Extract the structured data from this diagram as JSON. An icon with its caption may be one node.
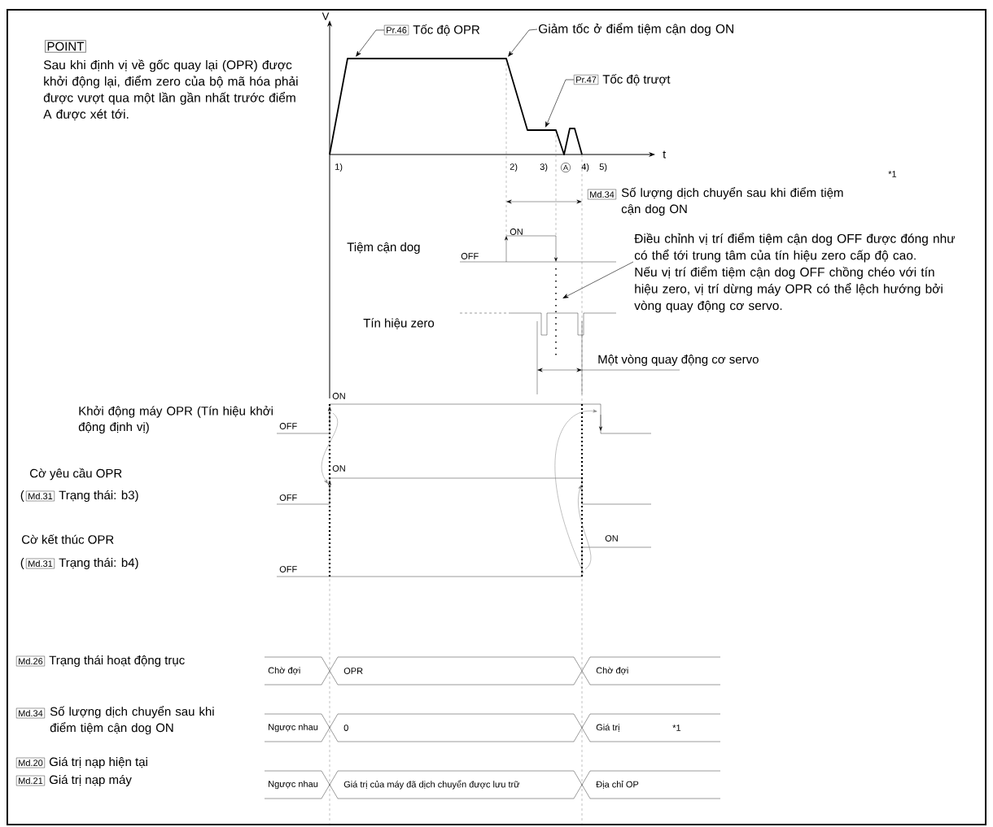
{
  "diagram": {
    "nodes": [
      {
        "text": [
          "POINT"
        ]
      },
      {
        "text": [
          "Pr.46"
        ],
        "beside": [
          "Tốc độ OPR"
        ]
      },
      {
        "text": [
          "Giảm tốc ở điểm tiệm cận dog ON"
        ]
      },
      {
        "text": [
          "Pr.47"
        ],
        "beside": [
          "Tốc độ trượt"
        ]
      },
      {
        "text": [
          "Md.34"
        ],
        "beside": [
          "Số lượng dịch chuyển sau khi điểm tiệm cận dog ON"
        ]
      },
      {
        "text": [
          "Điều chỉnh vị trí điểm tiệm cận dog OFF được đóng như có thể tới trung tâm của tín hiệu zero cấp độ cao.",
          "Nếu vị trí điểm tiệm cận dog OFF chồng chéo với tín hiệu zero, vị trí dừng máy OPR có thể lệch hướng bởi vòng quay động cơ servo."
        ]
      },
      {
        "text": [
          "Md.31"
        ],
        "beside": [
          "(",
          "Trạng thái: b3)"
        ]
      },
      {
        "text": [
          "Md.31"
        ],
        "beside": [
          "(",
          "Trạng thái: b4)"
        ]
      },
      {
        "text": [
          "Md.26"
        ],
        "beside": [
          "Trạng thái hoạt động trục"
        ]
      },
      {
        "text": [
          "Chờ đợi"
        ]
      },
      {
        "text": [
          "OPR"
        ]
      },
      {
        "text": [
          "Chờ đợi"
        ]
      },
      {
        "text": [
          "Md.34"
        ],
        "beside": [
          "Số lượng dịch chuyển sau khi điểm tiệm cận dog ON"
        ]
      },
      {
        "text": [
          "Ngược nhau"
        ]
      },
      {
        "text": [
          "0"
        ]
      },
      {
        "text": [
          "Giá trị"
        ]
      },
      {
        "text": [
          "Md.20"
        ],
        "beside": [
          "Giá trị nạp hiện tại"
        ]
      },
      {
        "text": [
          "Md.21"
        ],
        "beside": [
          "Giá trị nạp máy"
        ]
      },
      {
        "text": [
          "Ngược nhau"
        ]
      },
      {
        "text": [
          "Giá trị của máy đã dịch chuyển được lưu trữ"
        ]
      },
      {
        "text": [
          "Địa chỉ OP"
        ]
      },
      {
        "text": [],
        "shape": "picture"
      }
    ],
    "edges": [
      {
        "from": 1,
        "to": 21,
        "arrow": "to"
      },
      {
        "from": 2,
        "to": 21,
        "arrow": "to"
      },
      {
        "from": 3,
        "to": 21,
        "arrow": "to"
      },
      {
        "from": 5,
        "to": null,
        "arrow": "to"
      }
    ],
    "labels": [
      "Sau khi định vị về gốc quay lại (OPR) được khởi động lại, điểm zero của bộ mã hóa phải được vượt qua một lần gần nhất trước điểm A được xét tới.",
      "V",
      "t",
      "1)",
      "2)",
      "3)",
      "A",
      "4)",
      "5)",
      "*1",
      "ON",
      "Tiệm cận dog",
      "OFF",
      "Tín hiệu zero",
      "Một vòng quay động cơ servo",
      "ON",
      "Khởi động máy OPR (Tín hiệu khởi động định vị)",
      "OFF",
      "Cờ yêu cầu OPR",
      "ON",
      "OFF",
      "Cờ kết thúc OPR",
      "ON",
      "OFF",
      "*1"
    ]
  }
}
